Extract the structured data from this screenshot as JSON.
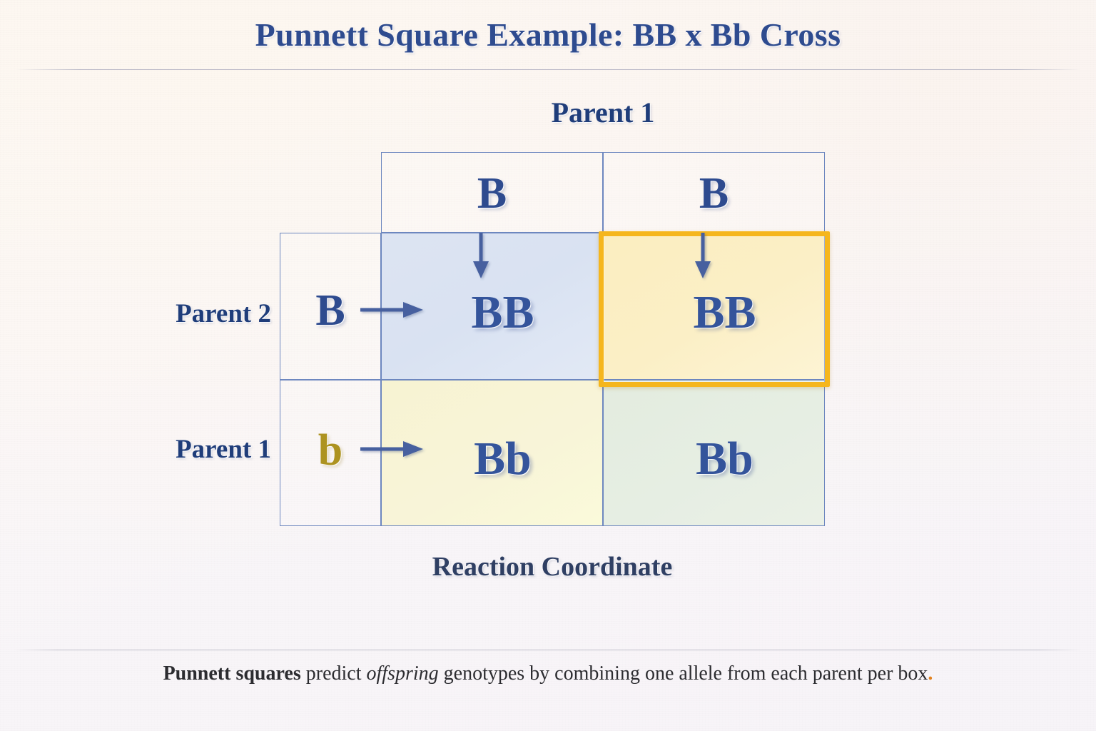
{
  "title": "Punnett Square Example: BB x Bb Cross",
  "column_header": "Parent 1",
  "axis_label": "Reaction Coordinate",
  "colors": {
    "title_blue": "#2e4b8f",
    "label_blue": "#1f3d7a",
    "genotype_blue": "#34549b",
    "recessive_gold": "#ad9320",
    "highlight_border": "#f5b61d",
    "highlight_fill": "#fbeec0",
    "grid_line": "#6d87bf",
    "cell_blue": "#dde4f2",
    "cell_cream": "#f7f3d2",
    "cell_green": "#e3ecdf",
    "page_background": "#fbf7f7",
    "footer_text": "#2c2c30",
    "footer_dot": "#e2821f"
  },
  "grid": {
    "column_alleles": [
      "B",
      "B"
    ],
    "row_alleles": [
      "B",
      "b"
    ],
    "row_allele_kinds": [
      "dominant",
      "recessive"
    ],
    "row_labels": [
      "Parent 2",
      "Parent 1"
    ],
    "cells": [
      [
        {
          "genotype": "BB",
          "fill": "blue",
          "highlighted": false
        },
        {
          "genotype": "BB",
          "fill": "yellow",
          "highlighted": true
        }
      ],
      [
        {
          "genotype": "Bb",
          "fill": "cream",
          "highlighted": false
        },
        {
          "genotype": "Bb",
          "fill": "green",
          "highlighted": false
        }
      ]
    ]
  },
  "arrows": {
    "down": [
      "down-arrow-column-0",
      "down-arrow-column-1"
    ],
    "right": [
      "right-arrow-row-0",
      "right-arrow-row-1"
    ]
  },
  "footer": {
    "lead": "Punnett squares",
    "mid1": " predict ",
    "italic": "offspring",
    "mid2": " genotypes by combining one allele from each parent per box",
    "dot": "."
  }
}
